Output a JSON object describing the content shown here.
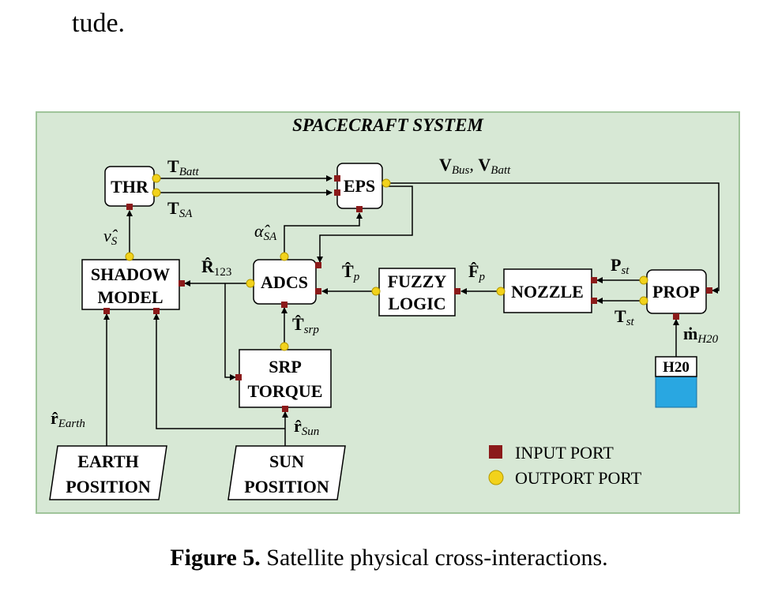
{
  "page": {
    "top_text": "tude.",
    "figure_label": "Figure 5.",
    "figure_caption": "Satellite physical cross-interactions."
  },
  "diagram": {
    "title": "SPACECRAFT SYSTEM",
    "blocks": {
      "thr": "THR",
      "eps": "EPS",
      "shadow_model": [
        "SHADOW",
        "MODEL"
      ],
      "adcs": "ADCS",
      "fuzzy_logic": [
        "FUZZY",
        "LOGIC"
      ],
      "nozzle": "NOZZLE",
      "prop": "PROP",
      "srp_torque": [
        "SRP",
        "TORQUE"
      ],
      "h2o": "H20",
      "earth_position": [
        "EARTH",
        "POSITION"
      ],
      "sun_position": [
        "SUN",
        "POSITION"
      ]
    },
    "signals": {
      "t_batt": {
        "sym": "T",
        "sub": "Batt"
      },
      "t_sa": {
        "sym": "T",
        "sub": "SA"
      },
      "v_bus_batt": {
        "sym1": "V",
        "sub1": "Bus",
        "sep": ", ",
        "sym2": "V",
        "sub2": "Batt"
      },
      "alpha_sa": {
        "sym": "α̂",
        "sub": "SA"
      },
      "nu_s": {
        "sym": "ν̂",
        "sub": "S"
      },
      "r_123": {
        "sym": "R̂",
        "sub": "123"
      },
      "t_p": {
        "sym": "T̂",
        "sub": "p"
      },
      "f_p": {
        "sym": "F̂",
        "sub": "p"
      },
      "p_st": {
        "sym": "P",
        "sub": "st"
      },
      "t_st": {
        "sym": "T",
        "sub": "st"
      },
      "t_srp": {
        "sym": "T̂",
        "sub": "srp"
      },
      "m_h20": {
        "sym": "ṁ",
        "sub": "H20"
      },
      "r_earth": {
        "sym": "r̂",
        "sub": "Earth"
      },
      "r_sun": {
        "sym": "r̂",
        "sub": "Sun"
      }
    },
    "legend": {
      "input_port": "INPUT PORT",
      "output_port": "OUTPORT PORT"
    },
    "colors": {
      "panel_bg": "#d7e8d5",
      "panel_border": "#9fc49a",
      "input_port": "#8b1a1a",
      "output_port": "#f2d21b",
      "tank_water": "#29a7e1"
    }
  }
}
